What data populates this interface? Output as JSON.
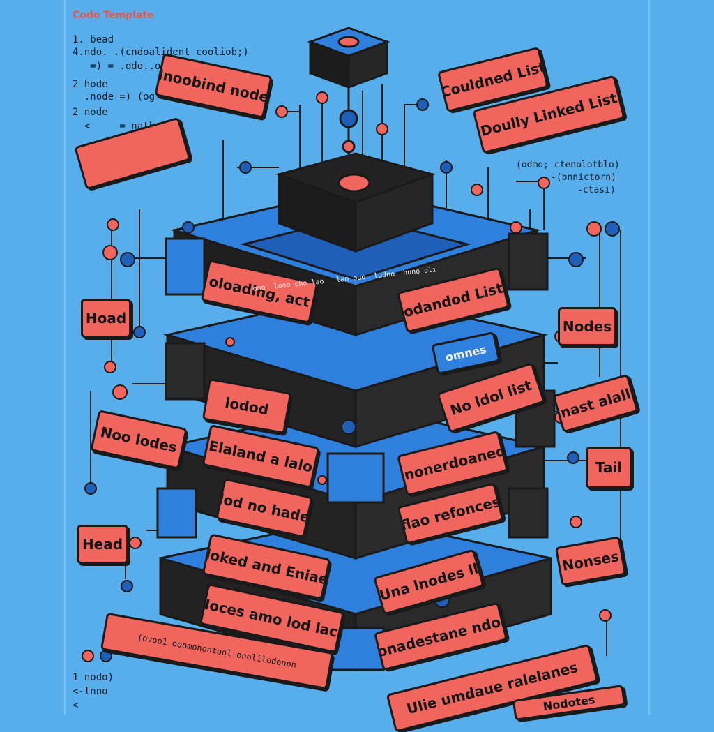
{
  "code": {
    "title": "Codo Template",
    "lines_top": [
      "1. bead",
      "4.ndo. .(cndoalident cooliob;)",
      "   =) = .odo..ohot);",
      "2 hode",
      "  .node =) (og",
      "2 node",
      "  <     = nathot:"
    ],
    "lines_right": [
      "(odmo; ctenolotblo)",
      "-(bnnictorn)",
      "-ctasi)"
    ],
    "lines_bottom": [
      "1 nodo)",
      "<-lnno",
      "<"
    ]
  },
  "labels": {
    "top_left": "Inoobind node",
    "top_right_1": "Couldned List",
    "top_right_2": "Doully Linked List",
    "head_1": "Hoad",
    "head_2": "Head",
    "nodes_right": "Nodes",
    "nodes_right_2": "Nonses",
    "tail": "Tail",
    "middle_banner": "oloading, act",
    "middle_right": "odandod List",
    "blue_tag": "omnes",
    "no_ldol_list": "No ldol list",
    "next_ele": "nast alall",
    "lodod": "lodod",
    "no_lodes": "Noo lodes",
    "elaland": "Elaland a lalo",
    "nonoreduoned": "inonerdoaned",
    "iod_no_hode": "lod no hade",
    "floo_refonces": "flao refonces",
    "floked": "Floked and Eniaes",
    "uno_lnodes": "Una lnodes ll",
    "noces_amo": "Noces amo lod lacs",
    "ionedestaue": "lonadestane ndos",
    "bottom_long": "(ovoo1 ooomonontool onolilodonon",
    "bottom_right": "Ulie umdaue ralelanes",
    "bottom_right_2": "Nodotes",
    "stair_top": "ooo  looo oho lao   lao ouo  ludno  huno oli"
  },
  "colors": {
    "background": "#58aeea",
    "red": "#f0655d",
    "blue": "#2f7fdc",
    "ink": "#1a1a1a"
  }
}
